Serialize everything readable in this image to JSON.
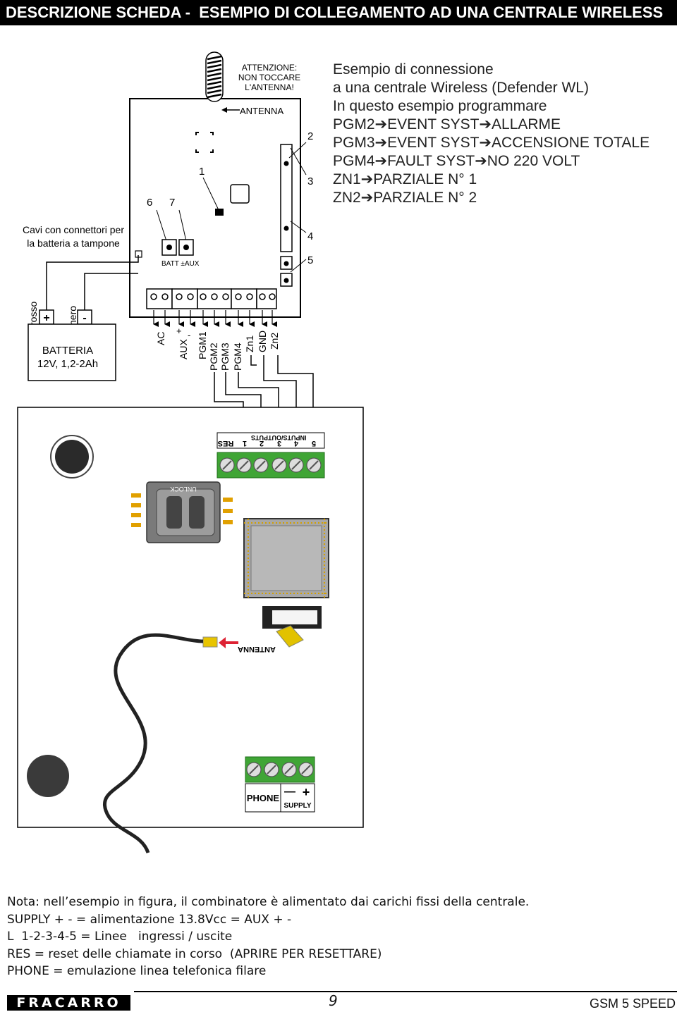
{
  "header": {
    "title": "DESCRIZIONE SCHEDA -  ESEMPIO DI COLLEGAMENTO AD UNA CENTRALE WIRELESS"
  },
  "example": {
    "lines": [
      "Esempio di connessione",
      "a una centrale Wireless (Defender WL)",
      "In questo esempio programmare",
      "PGM2➔EVENT SYST➔ALLARME",
      "PGM3➔EVENT SYST➔ACCENSIONE TOTALE",
      "PGM4➔FAULT SYST➔NO 220 VOLT",
      "ZN1➔PARZIALE N° 1",
      "ZN2➔PARZIALE N° 2"
    ]
  },
  "panel": {
    "warning": [
      "ATTENZIONE:",
      "NON TOCCARE",
      "L'ANTENNA!"
    ],
    "antenna": "ANTENNA",
    "num_1": "1",
    "num_2": "2",
    "num_3": "3",
    "num_4": "4",
    "num_5": "5",
    "num_6": "6",
    "num_7": "7",
    "batt_aux": "BATT ±AUX",
    "cable_label": [
      "Cavi con connettori per",
      "la batteria a tampone"
    ],
    "rosso": "rosso",
    "nero": "nero",
    "plus": "+",
    "minus": "-",
    "battery": [
      "BATTERIA",
      "12V, 1,2-2Ah"
    ],
    "terminals": [
      "AC",
      "AUX",
      "PGM1",
      "PGM2",
      "PGM3",
      "PGM4",
      "Zn1",
      "GND",
      "Zn2"
    ]
  },
  "gsm": {
    "io_header": "INPUTS/OUTPUTS",
    "io_labels": [
      "RES",
      "1",
      "2",
      "3",
      "4",
      "5"
    ],
    "unlock": "UNLOCK",
    "antenna": "ANTENNA",
    "phone": "PHONE",
    "supply": "SUPPLY",
    "supply_minus": "—",
    "supply_plus": "+"
  },
  "notes": [
    "Nota: nell’esempio in figura, il combinatore è alimentato dai carichi fissi della centrale.",
    "SUPPLY + - = alimentazione 13.8Vcc = AUX + -",
    "L  1-2-3-4-5 = Linee   ingressi / uscite",
    "RES = reset delle chiamate in corso  (APRIRE PER RESETTARE)",
    "PHONE = emulazione linea telefonica filare"
  ],
  "footer": {
    "logo": "FRACARRO",
    "page": "9",
    "product": "GSM 5 SPEED"
  }
}
